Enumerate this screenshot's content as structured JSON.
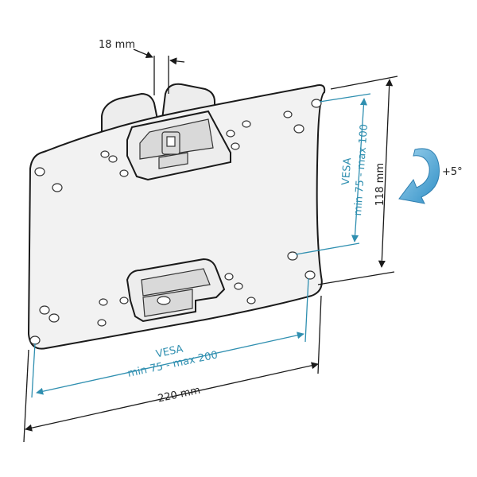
{
  "dimensions": {
    "gap_width": "18 mm",
    "total_height": "118 mm",
    "total_width": "220 mm"
  },
  "vesa_vertical": {
    "title": "VESA",
    "range": "min 75 - max 100"
  },
  "vesa_horizontal": {
    "title": "VESA",
    "range": "min 75 - max 200"
  },
  "tilt": {
    "label": "+5°"
  },
  "colors": {
    "vesa_accent": "#2f8fb0",
    "tilt_arrow": "#5aaed6",
    "outline": "#1a1a1a"
  }
}
